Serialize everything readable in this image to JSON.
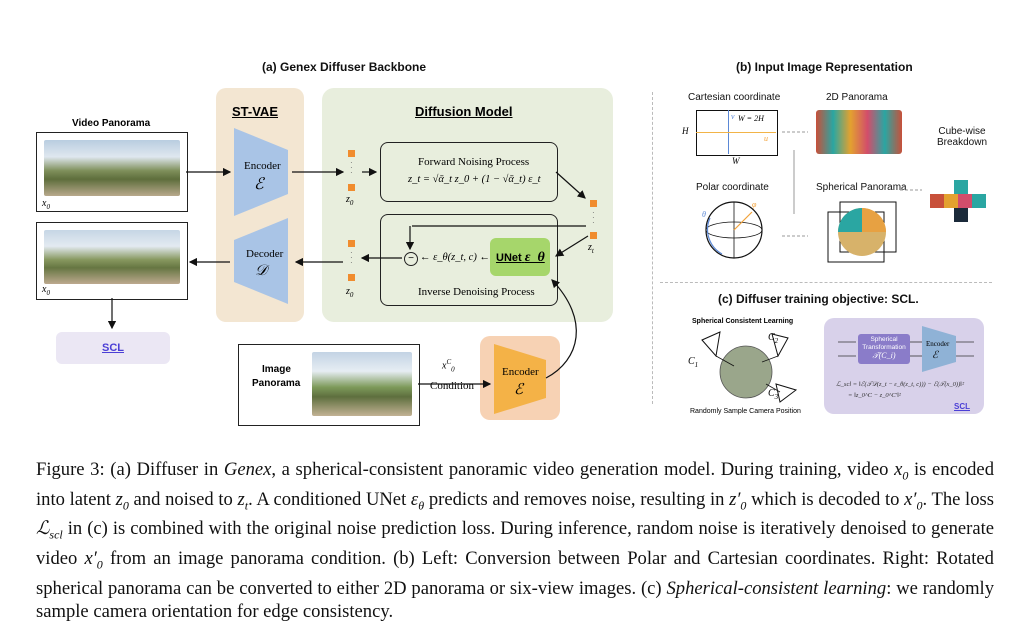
{
  "panel_a": {
    "title": "(a) Genex Diffuser Backbone",
    "video_panorama_label": "Video Panorama",
    "x0": "x",
    "x0_sub": "0",
    "x0p": "x",
    "x0p_sub": "0",
    "st_vae": "ST-VAE",
    "encoder": "Encoder",
    "encoder_sym": "ℰ",
    "decoder": "Decoder",
    "decoder_sym": "𝒟",
    "diffusion_model": "Diffusion Model",
    "forward": "Forward Noising Process",
    "forward_eq": "z_t = √ᾱ_t z_0 + (1 − √ᾱ_t) ε_t",
    "inverse": "Inverse Denoising Process",
    "eps_term": "ε_θ(z_t, c)",
    "unet": "UNet",
    "unet_sym": "ε_θ",
    "z0": "z",
    "z0_sub": "0",
    "zt": "z",
    "zt_sub": "t",
    "z0p": "z",
    "z0p_sub": "0",
    "scl": "SCL",
    "image_panorama_line1": "Image",
    "image_panorama_line2": "Panorama",
    "x0c": "x",
    "x0c_sup": "C",
    "x0c_sub": "0",
    "condition": "Condition",
    "encoder2": "Encoder",
    "encoder2_sym": "ℰ"
  },
  "panel_b": {
    "title": "(b) Input Image Representation",
    "cartesian": "Cartesian coordinate",
    "pano2d": "2D Panorama",
    "cube": "Cube-wise Breakdown",
    "polar": "Polar coordinate",
    "spherical": "Spherical Panorama",
    "w2h": "W = 2H",
    "H": "H",
    "W": "W",
    "v": "v",
    "u": "u",
    "theta": "θ",
    "phi": "φ"
  },
  "panel_c": {
    "title": "(c) Diffuser training objective: SCL.",
    "scl_title": "Spherical Consistent Learning",
    "c1": "C",
    "c1_sub": "1",
    "c2": "C",
    "c2_sub": "2",
    "c3": "C",
    "c3_sub": "3",
    "random": "Randomly Sample Camera Position",
    "st_line1": "Spherical",
    "st_line2": "Transformation",
    "st_sym": "𝒯(C_i)",
    "encoder": "Encoder",
    "encoder_sym": "ℰ",
    "loss1": "ℒ_scl = ‖ℰ(𝒯𝒟(z_t − ε_θ(z_t, c))) − ℰ(𝒯(x_0))‖²",
    "loss2": "= ‖z_0^C − z_0^C'‖²",
    "scl": "SCL"
  },
  "caption": {
    "s1": "Figure 3: (a) Diffuser in ",
    "genex": "Genex",
    "s2": ", a spherical-consistent panoramic video generation model. During training, video ",
    "s3": " is encoded into latent ",
    "s4": " and noised to ",
    "s5": ". A conditioned UNet ",
    "s6": " predicts and removes noise, resulting in ",
    "s7": " which is decoded to ",
    "s8": ". The loss ",
    "s9": " in (c) is combined with the original noise prediction loss. During inference, random noise is iteratively denoised to generate video ",
    "s10": " from an image panorama condition. (b) Left: Conversion between Polar and Cartesian coordinates. Right: Rotated spherical panorama can be converted to either 2D panorama or six-view images. (c) ",
    "scl_italic": "Spherical-consistent learning",
    "s11": ": we randomly sample camera orientation for edge consistency.",
    "m_x0": "x",
    "m_x0_sub": "0",
    "m_z0": "z",
    "m_z0_sub": "0",
    "m_zt": "z",
    "m_zt_sub": "t",
    "m_eps": "ε",
    "m_eps_sub": "θ",
    "m_z0p": "z′",
    "m_z0p_sub": "0",
    "m_x0p": "x′",
    "m_x0p_sub": "0",
    "m_L": "ℒ",
    "m_L_sub": "scl",
    "m_x0p2": "x′",
    "m_x0p2_sub": "0"
  }
}
